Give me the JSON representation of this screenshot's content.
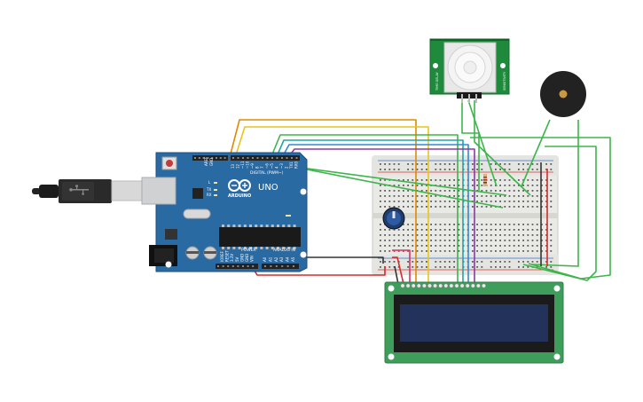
{
  "arduino": {
    "logo_text": "ARDUINO",
    "model": "UNO",
    "aref": "AREF",
    "gnd": "GND",
    "digital_label": "DIGITAL (PWM~)",
    "power_label": "POWER",
    "analog_label": "ANALOG IN",
    "led_l": "L",
    "led_tx": "TX",
    "led_rx": "RX",
    "pin_labels_top": [
      "13",
      "12",
      "~11",
      "~10",
      "~9",
      "8",
      "7",
      "~6",
      "~5",
      "4",
      "~3",
      "2",
      "TX1",
      "RX0"
    ],
    "pin_labels_power": [
      "IOREF",
      "RESET",
      "3.3V",
      "5V",
      "GND",
      "GND",
      "VIN"
    ],
    "pin_labels_analog": [
      "A0",
      "A1",
      "A2",
      "A3",
      "A4",
      "A5"
    ]
  },
  "pir_sensor": {
    "left_text": "TIME DELAY",
    "right_text": "SENSITIVITY"
  },
  "colors": {
    "arduino_board": "#2a6aa3",
    "breadboard": "#e9e9e6",
    "lcd_pcb": "#3f9d5c",
    "lcd_screen": "#22325a",
    "pir_pcb": "#1f8a3c",
    "buzzer": "#222222",
    "wire_orange": "#e08a00",
    "wire_yellow": "#e6c619",
    "wire_green": "#3db54a",
    "wire_teal": "#22a5a6",
    "wire_blue": "#3489d6",
    "wire_purple": "#8a3aa8",
    "wire_red": "#d62a2a",
    "wire_black": "#333333",
    "wire_pink": "#d8306a"
  }
}
